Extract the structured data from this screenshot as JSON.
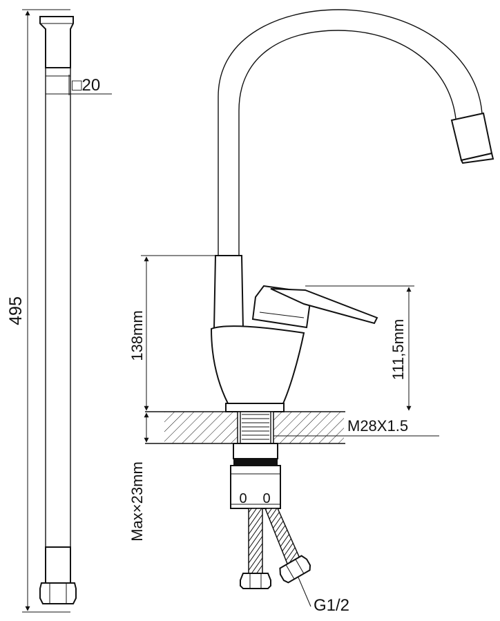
{
  "dimensions": {
    "hose_length": "495",
    "hose_section": "□20",
    "faucet_height": "138mm",
    "lever_height": "111,5mm",
    "thread": "M28X1.5",
    "max_countertop": "Max×23mm",
    "connection": "G1/2"
  },
  "hose_marks": [
    "0",
    "0"
  ]
}
